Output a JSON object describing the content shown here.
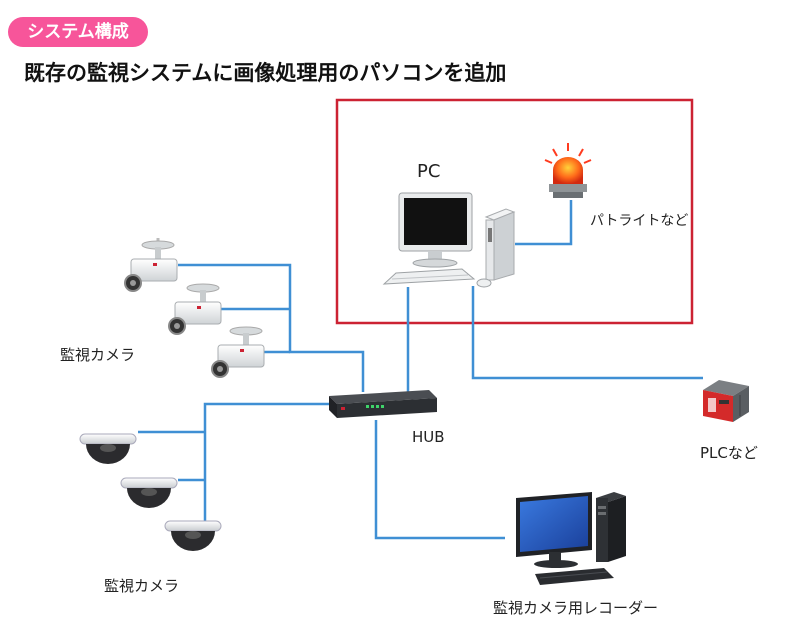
{
  "badge": "システム構成",
  "heading": "既存の監視システムに画像処理用のパソコンを追加",
  "labels": {
    "pc": "PC",
    "patlite": "パトライトなど",
    "cameras_box": "監視カメラ",
    "cameras_dome": "監視カメラ",
    "hub": "HUB",
    "plc": "PLCなど",
    "recorder": "監視カメラ用レコーダー"
  },
  "colors": {
    "badge_bg": "#f7559a",
    "line": "#3f8fd4",
    "highlight_frame": "#cc2233"
  },
  "icons": [
    "box-camera-icon",
    "dome-camera-icon",
    "network-hub-icon",
    "pc-monitor-icon",
    "pc-tower-icon",
    "keyboard-icon",
    "mouse-icon",
    "warning-light-icon",
    "plc-icon",
    "recorder-pc-icon"
  ]
}
